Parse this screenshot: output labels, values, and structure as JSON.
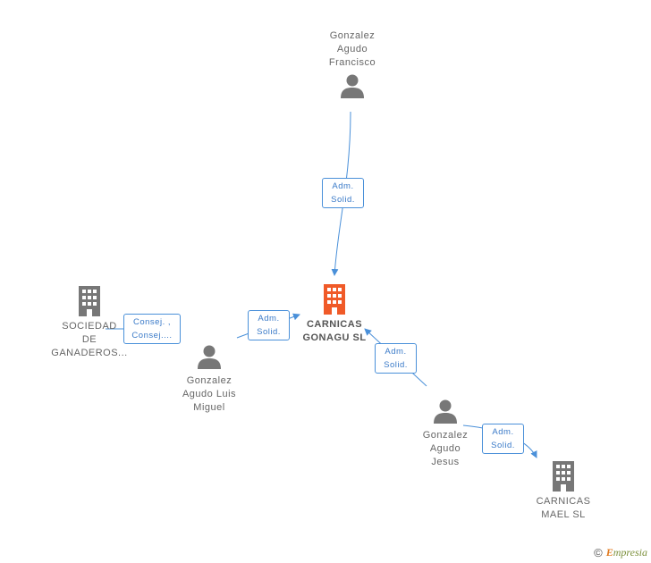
{
  "nodes": {
    "francisco": {
      "label": "Gonzalez\nAgudo\nFrancisco",
      "type": "person"
    },
    "carnicas_gonagu": {
      "label": "CARNICAS\nGONAGU SL",
      "type": "company-main"
    },
    "sociedad": {
      "label": "SOCIEDAD\nDE\nGANADEROS...",
      "type": "company"
    },
    "luis_miguel": {
      "label": "Gonzalez\nAgudo Luis\nMiguel",
      "type": "person"
    },
    "jesus": {
      "label": "Gonzalez\nAgudo\nJesus",
      "type": "person"
    },
    "carnicas_mael": {
      "label": "CARNICAS\nMAEL SL",
      "type": "company"
    }
  },
  "relations": {
    "francisco_to_gonagu": "Adm.\nSolid.",
    "sociedad_to_luis": "Consej. ,\nConsej....",
    "luis_to_gonagu": "Adm.\nSolid.",
    "jesus_to_gonagu": "Adm.\nSolid.",
    "jesus_to_mael": "Adm.\nSolid."
  },
  "colors": {
    "edge": "#4a90d9",
    "main_company": "#f05a28",
    "company": "#777777",
    "person": "#777777"
  },
  "brand": {
    "copyright": "©",
    "name_first": "E",
    "name_rest": "mpresia"
  }
}
